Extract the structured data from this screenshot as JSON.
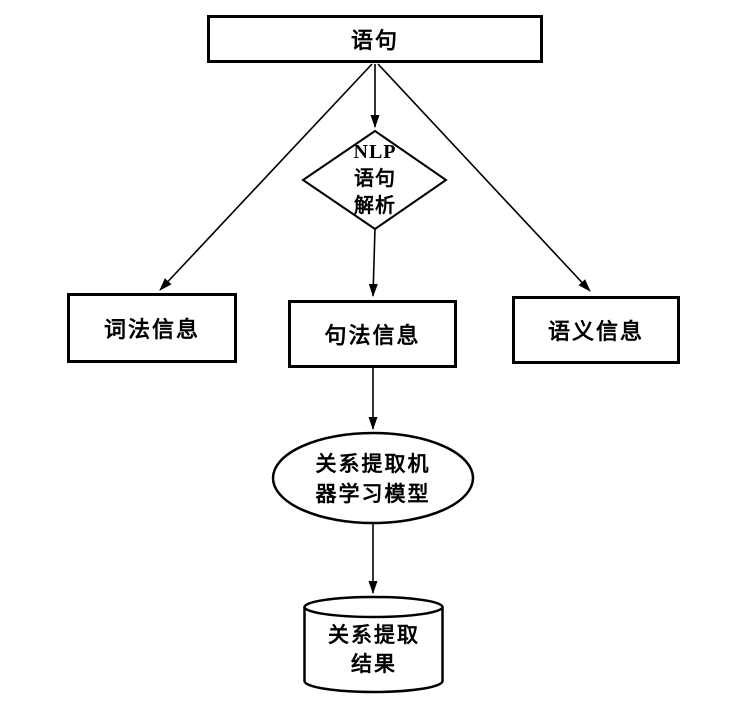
{
  "diagram": {
    "type": "flowchart",
    "colors": {
      "stroke": "#000000",
      "text": "#000000",
      "background": "#ffffff"
    },
    "nodes": {
      "sentence": {
        "shape": "rectangle",
        "label": "语句"
      },
      "nlp_parse": {
        "shape": "diamond",
        "label": "NLP语句解析",
        "lines": [
          "NLP",
          "语句",
          "解析"
        ]
      },
      "lexical_info": {
        "shape": "rectangle",
        "label": "词法信息"
      },
      "syntactic_info": {
        "shape": "rectangle",
        "label": "句法信息"
      },
      "semantic_info": {
        "shape": "rectangle",
        "label": "语义信息"
      },
      "ml_model": {
        "shape": "ellipse",
        "label": "关系提取机器学习模型",
        "lines": [
          "关系提取机",
          "器学习模型"
        ]
      },
      "extraction_result": {
        "shape": "cylinder",
        "label": "关系提取结果",
        "lines": [
          "关系提取",
          "结果"
        ]
      }
    },
    "edges": [
      {
        "from": "sentence",
        "to": "lexical_info"
      },
      {
        "from": "sentence",
        "to": "nlp_parse"
      },
      {
        "from": "sentence",
        "to": "semantic_info"
      },
      {
        "from": "nlp_parse",
        "to": "syntactic_info"
      },
      {
        "from": "syntactic_info",
        "to": "ml_model"
      },
      {
        "from": "ml_model",
        "to": "extraction_result"
      }
    ]
  }
}
